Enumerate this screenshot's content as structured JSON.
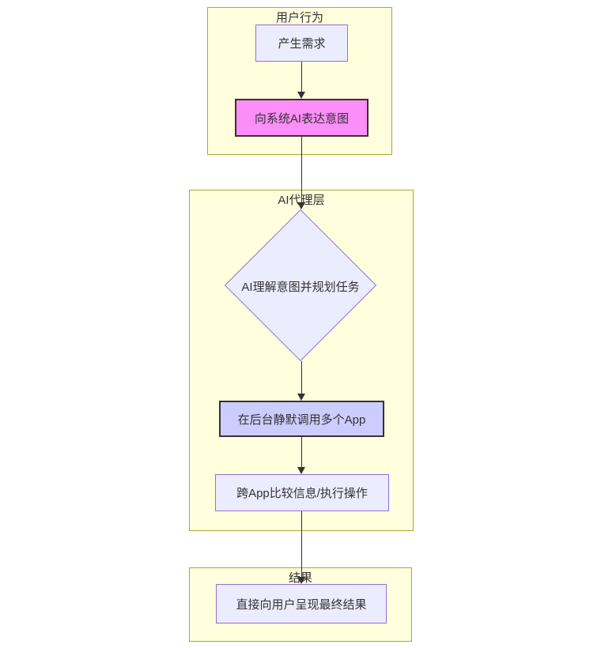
{
  "page": {
    "background": "#ffffff"
  },
  "diagram": {
    "type": "flowchart",
    "direction": "top-down",
    "clusters": [
      {
        "id": "user-behavior",
        "title": "用户行为",
        "nodes": [
          "A",
          "B"
        ]
      },
      {
        "id": "ai-agent-layer",
        "title": "AI代理层",
        "nodes": [
          "C",
          "D",
          "E"
        ]
      },
      {
        "id": "result",
        "title": "结果",
        "nodes": [
          "F"
        ]
      }
    ],
    "nodes": [
      {
        "id": "A",
        "label": "产生需求",
        "shape": "rect",
        "style": "default"
      },
      {
        "id": "B",
        "label": "向系统AI表达意图",
        "shape": "rect",
        "style": "pink-emphasis"
      },
      {
        "id": "C",
        "label": "AI理解意图并规划任务",
        "shape": "diamond",
        "style": "default"
      },
      {
        "id": "D",
        "label": "在后台静默调用多个App",
        "shape": "rect",
        "style": "lavender-emphasis"
      },
      {
        "id": "E",
        "label": "跨App比较信息/执行操作",
        "shape": "rect",
        "style": "default"
      },
      {
        "id": "F",
        "label": "直接向用户呈现最终结果",
        "shape": "rect",
        "style": "default"
      }
    ],
    "edges": [
      {
        "from": "A",
        "to": "B"
      },
      {
        "from": "B",
        "to": "C"
      },
      {
        "from": "C",
        "to": "D"
      },
      {
        "from": "D",
        "to": "E"
      },
      {
        "from": "E",
        "to": "F"
      }
    ],
    "colors": {
      "cluster-fill": "#ffffde",
      "cluster-border": "#aaaa33",
      "node-fill": "#ececff",
      "node-border": "#9370db",
      "pink-fill": "#fb8ef8",
      "lavender-fill": "#ccccff",
      "strong-border": "#333333",
      "arrow-color": "#333333",
      "text-color": "#333333"
    }
  }
}
